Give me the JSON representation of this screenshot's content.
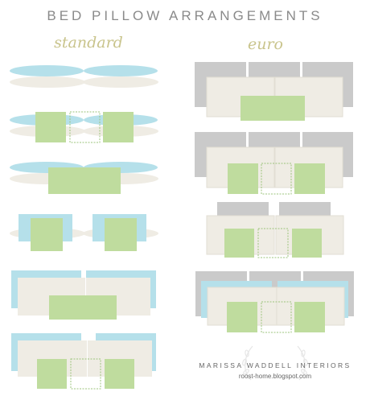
{
  "title": "BED PILLOW ARRANGEMENTS",
  "columns": {
    "standard": "standard",
    "euro": "euro"
  },
  "footer": {
    "name": "MARISSA WADDELL INTERIORS",
    "url": "roost-home.blogspot.com"
  },
  "colors": {
    "sham_blue": "#b5e0ea",
    "sham_cream": "#efece4",
    "euro_gray": "#cacaca",
    "accent_green": "#bfdc9e",
    "green_outline": "#9cc47c"
  }
}
